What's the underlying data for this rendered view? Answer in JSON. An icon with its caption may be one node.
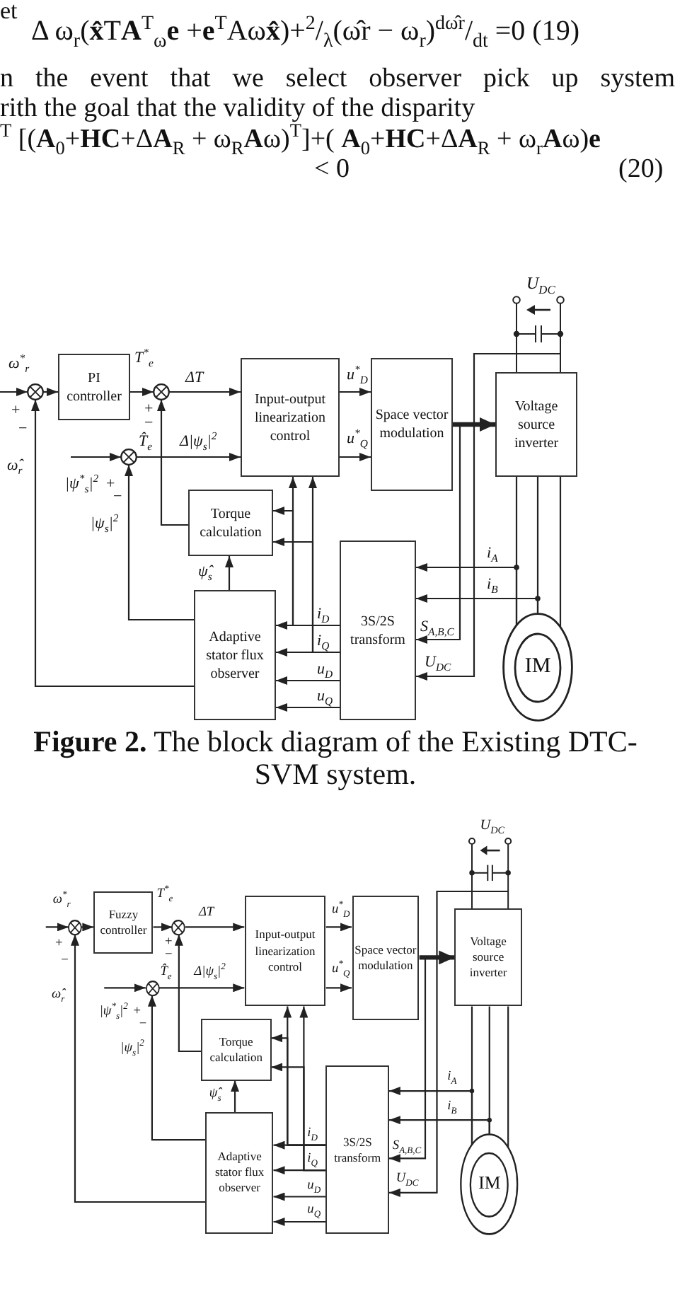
{
  "diagram": {
    "caption": "**Figure 2.** The block diagram of the Existing DTC-SVM system.",
    "nodes": [
      {
        "text": [],
        "shape": "circle"
      },
      {
        "text": [
          "PI controller"
        ]
      },
      {
        "text": [],
        "shape": "circle"
      },
      {
        "text": [],
        "shape": "circle"
      },
      {
        "text": [
          "Input-output linearization control"
        ]
      },
      {
        "text": [
          "Space vector modulation"
        ]
      },
      {
        "text": [
          "Voltage source inverter"
        ]
      },
      {
        "text": [
          "Torque calculation"
        ]
      },
      {
        "text": [
          "Adaptive stator flux observer"
        ]
      },
      {
        "text": [
          "3S/2S transform"
        ]
      },
      {
        "text": [
          "IM"
        ]
      },
      {
        "text": [],
        "shape": "circle"
      },
      {
        "text": [
          "Fuzzy controller"
        ]
      },
      {
        "text": [],
        "shape": "circle"
      },
      {
        "text": [],
        "shape": "circle"
      },
      {
        "text": [
          "Input-output linearization control"
        ]
      },
      {
        "text": [
          "Space vector modulation"
        ]
      },
      {
        "text": [
          "Voltage source inverter"
        ]
      },
      {
        "text": [
          "Torque calculation"
        ]
      },
      {
        "text": [
          "Adaptive stator flux observer"
        ]
      },
      {
        "text": [
          "3S/2S transform"
        ]
      },
      {
        "text": [
          "IM"
        ]
      }
    ],
    "edges": [
      {
        "from": null,
        "to": 0,
        "arrow": "to",
        "label": "ω$^{*}$$_{r}$"
      },
      {
        "from": 0,
        "to": 1,
        "arrow": "to"
      },
      {
        "from": 1,
        "to": 2,
        "arrow": "to",
        "label": "T$^{*}$$_{e}$"
      },
      {
        "from": 2,
        "to": 4,
        "arrow": "to",
        "label": "ΔT"
      },
      {
        "from": null,
        "to": 3,
        "arrow": "to",
        "label": "|ψ$^{*}$$_{s}$|$^{2}$"
      },
      {
        "from": 3,
        "to": 4,
        "arrow": "to",
        "label": "Δ|ψ$_{s}$|$^{2}$"
      },
      {
        "from": 7,
        "to": 2,
        "arrow": "to",
        "label": "T̂$_{e}$"
      },
      {
        "from": 8,
        "to": 3,
        "arrow": "to",
        "label": "|ψ$_{s}$|$^{2}$"
      },
      {
        "from": 8,
        "to": 0,
        "arrow": "to",
        "label": "ω̂$_{r}$"
      },
      {
        "from": 8,
        "to": 7,
        "arrow": "to",
        "label": "ψ̂$_{s}$"
      },
      {
        "from": 4,
        "to": 5,
        "arrow": "to",
        "label": "u$^{*}$$_{D}$"
      },
      {
        "from": 4,
        "to": 5,
        "arrow": "to",
        "label": "u$^{*}$$_{Q}$"
      },
      {
        "from": 5,
        "to": 6,
        "arrow": "to",
        "style": "thick"
      },
      {
        "from": 6,
        "to": 10,
        "arrow": "none"
      },
      {
        "from": 6,
        "to": 10,
        "arrow": "none"
      },
      {
        "from": 6,
        "to": 10,
        "arrow": "none"
      },
      {
        "from": 10,
        "to": 9,
        "arrow": "to",
        "label": "i$_{A}$"
      },
      {
        "from": 10,
        "to": 9,
        "arrow": "to",
        "label": "i$_{B}$"
      },
      {
        "from": 5,
        "to": 9,
        "arrow": "to",
        "label": "S$_{A,B,C}$"
      },
      {
        "from": null,
        "to": 9,
        "arrow": "to",
        "label": "U$_{DC}$"
      },
      {
        "from": 9,
        "to": 8,
        "arrow": "to",
        "label": "i$_{D}$"
      },
      {
        "from": 9,
        "to": 8,
        "arrow": "to",
        "label": "i$_{Q}$"
      },
      {
        "from": 9,
        "to": 8,
        "arrow": "to",
        "label": "u$_{D}$"
      },
      {
        "from": 9,
        "to": 8,
        "arrow": "to",
        "label": "u$_{Q}$"
      },
      {
        "from": 9,
        "to": 7,
        "arrow": "to"
      },
      {
        "from": 9,
        "to": 7,
        "arrow": "to"
      },
      {
        "from": 9,
        "to": 4,
        "arrow": "to"
      },
      {
        "from": 9,
        "to": 4,
        "arrow": "to"
      },
      {
        "from": null,
        "to": 11,
        "arrow": "to",
        "label": "ω$^{*}$$_{r}$"
      },
      {
        "from": 11,
        "to": 12,
        "arrow": "to"
      },
      {
        "from": 12,
        "to": 13,
        "arrow": "to",
        "label": "T$^{*}$$_{e}$"
      },
      {
        "from": 13,
        "to": 15,
        "arrow": "to",
        "label": "ΔT"
      },
      {
        "from": null,
        "to": 14,
        "arrow": "to",
        "label": "|ψ$^{*}$$_{s}$|$^{2}$"
      },
      {
        "from": 14,
        "to": 15,
        "arrow": "to",
        "label": "Δ|ψ$_{s}$|$^{2}$"
      },
      {
        "from": 18,
        "to": 13,
        "arrow": "to",
        "label": "T̂$_{e}$"
      },
      {
        "from": 19,
        "to": 14,
        "arrow": "to",
        "label": "|ψ$_{s}$|$^{2}$"
      },
      {
        "from": 19,
        "to": 11,
        "arrow": "to",
        "label": "ω̂$_{r}$"
      },
      {
        "from": 19,
        "to": 18,
        "arrow": "to",
        "label": "ψ̂$_{s}$"
      },
      {
        "from": 15,
        "to": 16,
        "arrow": "to",
        "label": "u$^{*}$$_{D}$"
      },
      {
        "from": 15,
        "to": 16,
        "arrow": "to",
        "label": "u$^{*}$$_{Q}$"
      },
      {
        "from": 16,
        "to": 17,
        "arrow": "to",
        "style": "thick"
      },
      {
        "from": 17,
        "to": 21,
        "arrow": "none"
      },
      {
        "from": 17,
        "to": 21,
        "arrow": "none"
      },
      {
        "from": 17,
        "to": 21,
        "arrow": "none"
      },
      {
        "from": 21,
        "to": 20,
        "arrow": "to",
        "label": "i$_{A}$"
      },
      {
        "from": 21,
        "to": 20,
        "arrow": "to",
        "label": "i$_{B}$"
      },
      {
        "from": 16,
        "to": 20,
        "arrow": "to",
        "label": "S$_{A,B,C}$"
      },
      {
        "from": null,
        "to": 20,
        "arrow": "to",
        "label": "U$_{DC}$"
      },
      {
        "from": 20,
        "to": 19,
        "arrow": "to",
        "label": "i$_{D}$"
      },
      {
        "from": 20,
        "to": 19,
        "arrow": "to",
        "label": "i$_{Q}$"
      },
      {
        "from": 20,
        "to": 19,
        "arrow": "to",
        "label": "u$_{D}$"
      },
      {
        "from": 20,
        "to": 19,
        "arrow": "to",
        "label": "u$_{Q}$"
      },
      {
        "from": 20,
        "to": 18,
        "arrow": "to"
      },
      {
        "from": 20,
        "to": 18,
        "arrow": "to"
      },
      {
        "from": 20,
        "to": 15,
        "arrow": "to"
      },
      {
        "from": 20,
        "to": 15,
        "arrow": "to"
      }
    ],
    "labels": [
      "et",
      "Δ ω$_{r}$(**x̂**T**A**$^{T}$$_{ω}$**e** +**e**$^{T}$Aω**x̂**)+$^{2}$/$_{λ}$(ω̂r − ω$_{r}$)$^{dω̂r}$/$_{dt}$  =0 (19)",
      "n the event that we select observer pick up system",
      "rith the goal that the validity of the disparity",
      "$^{T}$ [(**A**$_{0}$+**HC**+Δ**A**$_{R}$ + ω$_{R}$**A**ω)$^{T}$]+( **A**$_{0}$+**HC**+Δ**A**$_{R}$ + ω$_{r}$**A**ω)**e**",
      "< 0",
      "(20)",
      "U$_{DC}$",
      "+",
      "−",
      "+",
      "−",
      "+",
      "−",
      "U$_{DC}$",
      "+",
      "−",
      "+",
      "−",
      "+",
      "−"
    ]
  }
}
